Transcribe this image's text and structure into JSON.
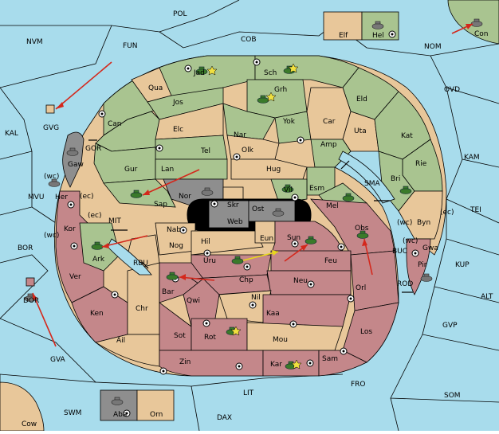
{
  "map": {
    "colors": {
      "sea": "#a8dcec",
      "green_power": "#a9c490",
      "tan_power": "#e8c79a",
      "red_power": "#c4878a",
      "gray_power": "#8e8e8e",
      "order_arrow": "#d4281c",
      "support_arrow": "#e8d91a",
      "army_unit": "#3a7a2a"
    },
    "labels": {
      "POL": "POL",
      "COB": "COB",
      "NVM": "NVM",
      "FUN": "FUN",
      "NOM": "NOM",
      "OVD": "OVD",
      "KAL": "KAL",
      "KAM": "KAM",
      "TEI": "TEI",
      "MVU": "MVU",
      "BOR": "BOR",
      "KUP": "KUP",
      "ALT": "ALT",
      "GVP": "GVP",
      "GVA": "GVA",
      "FRO": "FRO",
      "SOM": "SOM",
      "LIT": "LIT",
      "SWM": "SWM",
      "DAX": "DAX",
      "Elf": "Elf",
      "Hel": "Hel",
      "Con": "Con",
      "GVG": "GVG",
      "DOR": "DOR",
      "Cow": "Cow",
      "Aba": "Aba",
      "Orn": "Orn",
      "Jad": "Jad",
      "Sch": "Sch",
      "Qua": "Qua",
      "Jos": "Jos",
      "Grh": "Grh",
      "Eld": "Eld",
      "Can": "Can",
      "Yok": "Yok",
      "Car": "Car",
      "Uta": "Uta",
      "Elc": "Elc",
      "Nar": "Nar",
      "Kat": "Kat",
      "Tel": "Tel",
      "Olk": "Olk",
      "Amp": "Amp",
      "GOR": "GOR",
      "Gur": "Gur",
      "Lan": "Lan",
      "Hug": "Hug",
      "Rie": "Rie",
      "Gaw": "Gaw",
      "Bri": "Bri",
      "SMA": "SMA",
      "Esm": "Esm",
      "Vil": "Vil",
      "Nor": "Nor",
      "Skr": "Skr",
      "Sap": "Sap",
      "Ost": "Ost",
      "Mel": "Mel",
      "Her": "Her",
      "wc1": "(wc)",
      "ec1": "(ec)",
      "Web": "Web",
      "ec2": "(ec)",
      "Byn": "Byn",
      "wc2": "(wc)",
      "ec3": "(ec)",
      "MIT": "MIT",
      "Nab": "Nab",
      "Kor": "Kor",
      "Obs": "Obs",
      "wc3": "(wc)",
      "Eun": "Eun",
      "Sun": "Sun",
      "Hil": "Hil",
      "wc4": "(wc)",
      "Gwa": "Gwa",
      "Nog": "Nog",
      "Ark": "Ark",
      "RBU": "RBU",
      "Uru": "Uru",
      "Feu": "Feu",
      "BUC": "BUC",
      "Pir": "Pir",
      "Chp": "Chp",
      "Neu": "Neu",
      "Orl": "Orl",
      "Ver": "Ver",
      "Bar": "Bar",
      "Qwi": "Qwi",
      "Nil": "Nil",
      "ROD": "ROD",
      "Ken": "Ken",
      "Chr": "Chr",
      "Kaa": "Kaa",
      "Sot": "Sot",
      "Rot": "Rot",
      "Ail": "Ail",
      "Los": "Los",
      "Mou": "Mou",
      "Zin": "Zin",
      "Sam": "Sam",
      "Kar": "Kar"
    }
  }
}
